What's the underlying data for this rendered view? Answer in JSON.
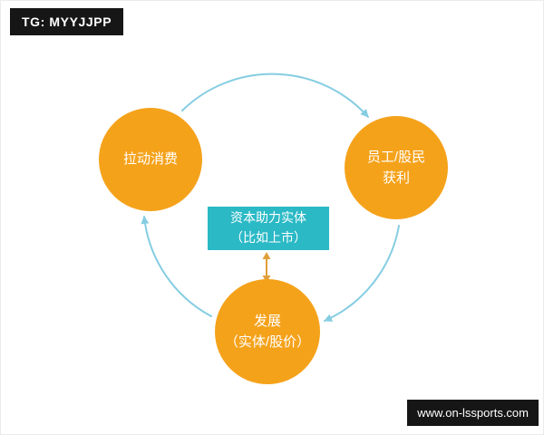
{
  "badges": {
    "telegram": "TG: MYYJJPP",
    "website": "www.on-lssports.com"
  },
  "nodes": {
    "left": {
      "line1": "拉动消费"
    },
    "right": {
      "line1": "员工/股民",
      "line2": "获利"
    },
    "bottom": {
      "line1": "发展",
      "line2": "（实体/股价）"
    }
  },
  "center": {
    "line1": "资本助力实体",
    "line2": "（比如上市）"
  },
  "colors": {
    "node_fill": "#F5A21B",
    "box_fill": "#2BB9C6",
    "arc_stroke": "#85CDE2",
    "double_arrow": "#DFA03C",
    "badge_bg": "#161616",
    "text": "#FFFFFF"
  }
}
